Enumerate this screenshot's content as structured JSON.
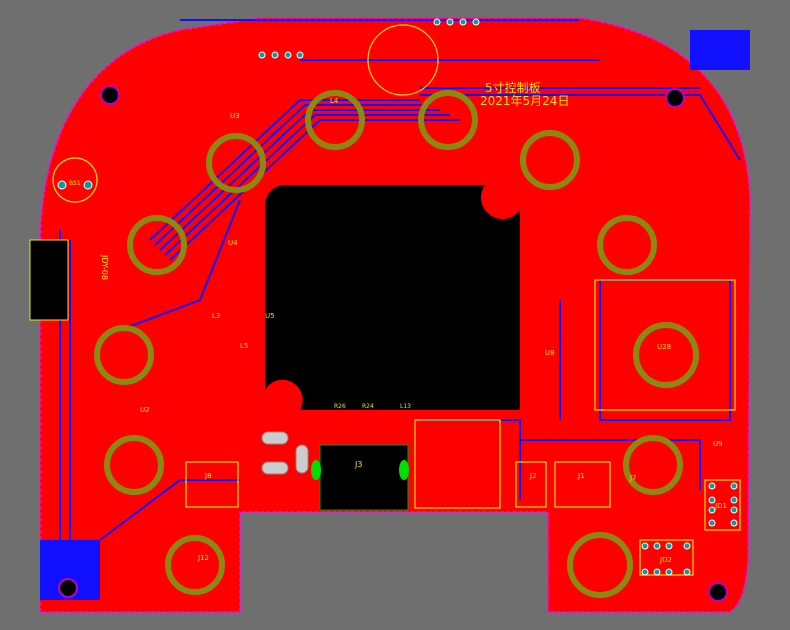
{
  "board": {
    "title_cn": "5寸控制板",
    "date": "2021年5月24日",
    "colors": {
      "background": "#6f6f6f",
      "top_copper": "#ff0000",
      "bottom_copper": "#1010ff",
      "silkscreen": "#f2e200",
      "mech_ring": "#8a8a10",
      "pad": "#00a0a0",
      "cutout": "#000000",
      "outline": "#ff00ff"
    }
  },
  "components": {
    "j3": "J3",
    "j8": "J8",
    "j2": "J2",
    "j1": "J1",
    "jd1": "JD1",
    "jd2": "JD2",
    "j12": "J12",
    "u3": "U3",
    "u8": "U8",
    "u28": "U28",
    "u4": "U4",
    "u5": "U5",
    "u2": "U2",
    "l3": "L3",
    "l4": "L4",
    "l5": "L5",
    "bs1": "BS1",
    "bt_module": "JDY-08",
    "r26": "R26",
    "r24": "R24",
    "l13": "L13",
    "j7": "J7",
    "u9": "U9"
  }
}
